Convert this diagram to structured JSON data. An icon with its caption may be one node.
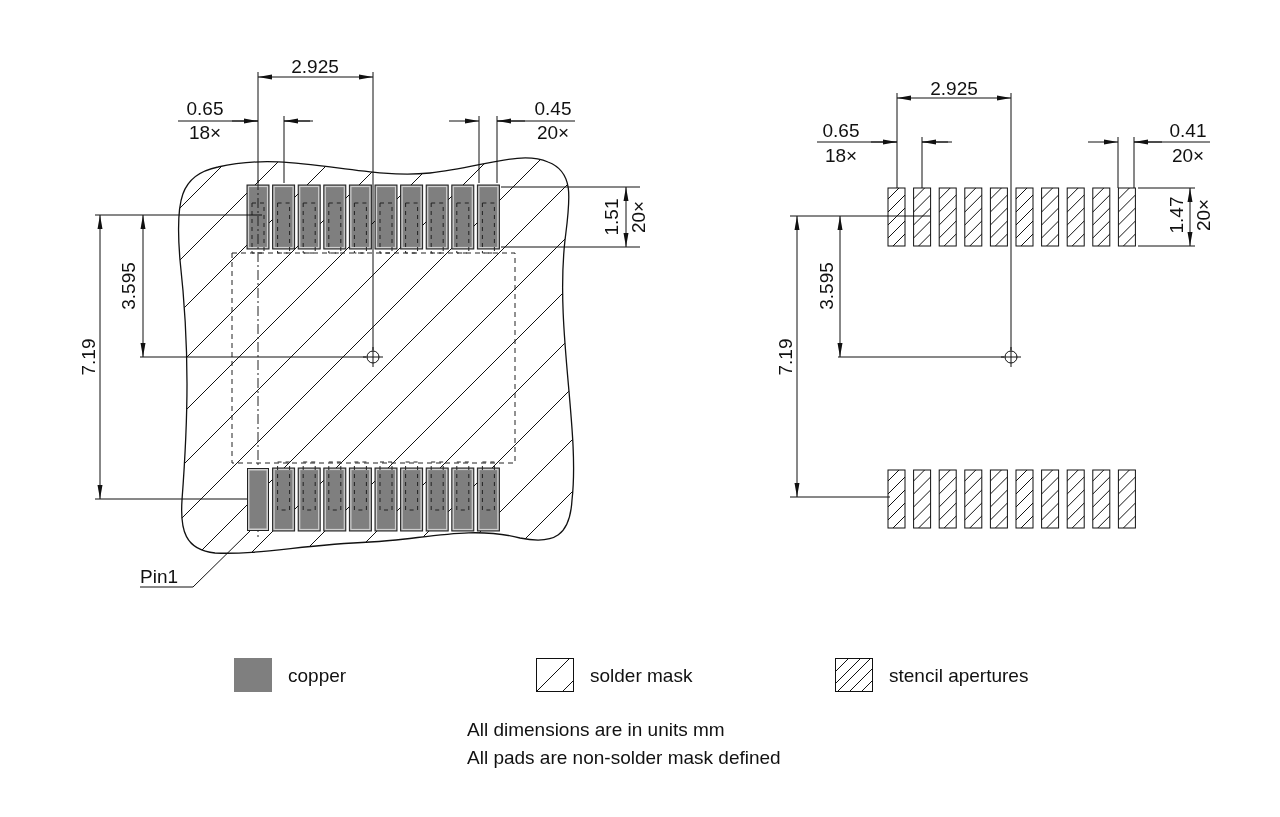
{
  "diagram": {
    "nodes": [
      {
        "text": [
          "Pin1"
        ]
      },
      {
        "text": [],
        "shape": "box"
      }
    ],
    "edges": [
      {
        "from": 0,
        "to": 1,
        "arrow": "none"
      }
    ],
    "labels": [
      "2.925",
      "0.65",
      "18×",
      "0.45",
      "20×",
      "1.51",
      "20×",
      "3.595",
      "7.19",
      "2.925",
      "0.65",
      "18×",
      "0.41",
      "20×",
      "1.47",
      "20×",
      "3.595",
      "7.19",
      "All dimensions are in units mm",
      "All pads are non-solder mask defined"
    ],
    "legend": [
      {
        "text": "copper",
        "color": "#7f7f7f"
      },
      {
        "text": "solder mask"
      },
      {
        "text": "stencil apertures"
      }
    ]
  }
}
